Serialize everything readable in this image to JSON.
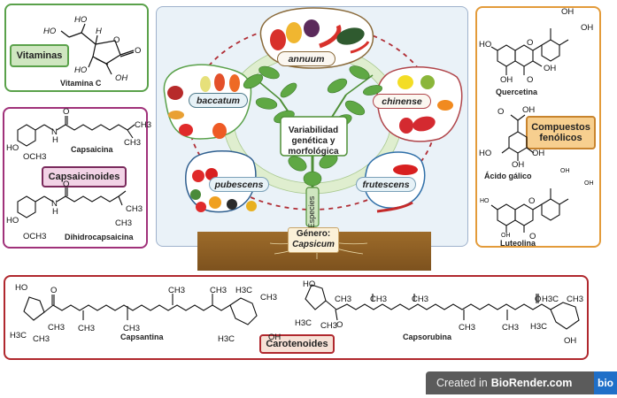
{
  "panels": {
    "vitaminas": {
      "tag": "Vitaminas",
      "molecule": "Vitamina C",
      "atoms": [
        "HO",
        "HO",
        "H",
        "O",
        "O",
        "HO",
        "OH"
      ],
      "color": "#5aa14a"
    },
    "capsaicinoides": {
      "tag": "Capsaicinoides",
      "molecules": [
        "Capsaicina",
        "Dihidrocapsaicina"
      ],
      "atoms_1": [
        "O",
        "N",
        "H",
        "HO",
        "OCH3",
        "CH3",
        "CH3"
      ],
      "atoms_2": [
        "O",
        "N",
        "H",
        "HO",
        "OCH3",
        "CH3",
        "CH3"
      ],
      "color": "#a0317a"
    },
    "fenolicos": {
      "tag": "Compuestos fenólicos",
      "molecules": [
        "Quercetina",
        "Ácido gálico",
        "Luteolina"
      ],
      "atoms_quercetina": [
        "OH",
        "OH",
        "HO",
        "O",
        "OH",
        "OH",
        "O"
      ],
      "atoms_galico": [
        "O",
        "OH",
        "HO",
        "OH",
        "OH"
      ],
      "atoms_luteolina": [
        "OH",
        "OH",
        "HO",
        "O",
        "OH",
        "O"
      ],
      "color": "#e39b3a"
    },
    "carotenoides": {
      "tag": "Carotenoides",
      "molecules": [
        "Capsantina",
        "Capsorubina"
      ],
      "atoms_capsantina": [
        "HO",
        "O",
        "H3C",
        "CH3",
        "CH3",
        "CH3",
        "CH3",
        "CH3",
        "CH3",
        "H3C",
        "CH3",
        "H3C",
        "OH"
      ],
      "atoms_capsorubina": [
        "HO",
        "CH3",
        "H3C",
        "CH3",
        "O",
        "CH3",
        "CH3",
        "CH3",
        "CH3",
        "O",
        "H3C",
        "CH3",
        "H3C",
        "OH"
      ],
      "color": "#b0282e"
    }
  },
  "center": {
    "title": "Variabilidad genética y morfológica",
    "stem_label": "Especies",
    "genus_label": "Género:",
    "genus_name": "Capsicum",
    "species": [
      {
        "name": "annuum",
        "color": "#8a6a3a"
      },
      {
        "name": "baccatum",
        "color": "#5aa14a"
      },
      {
        "name": "chinense",
        "color": "#b0454a"
      },
      {
        "name": "pubescens",
        "color": "#2f5f8f"
      },
      {
        "name": "frutescens",
        "color": "#2f6fa8"
      }
    ]
  },
  "footer": {
    "credit_prefix": "Created in",
    "credit_brand": "BioRender.com",
    "logo": "bio"
  }
}
